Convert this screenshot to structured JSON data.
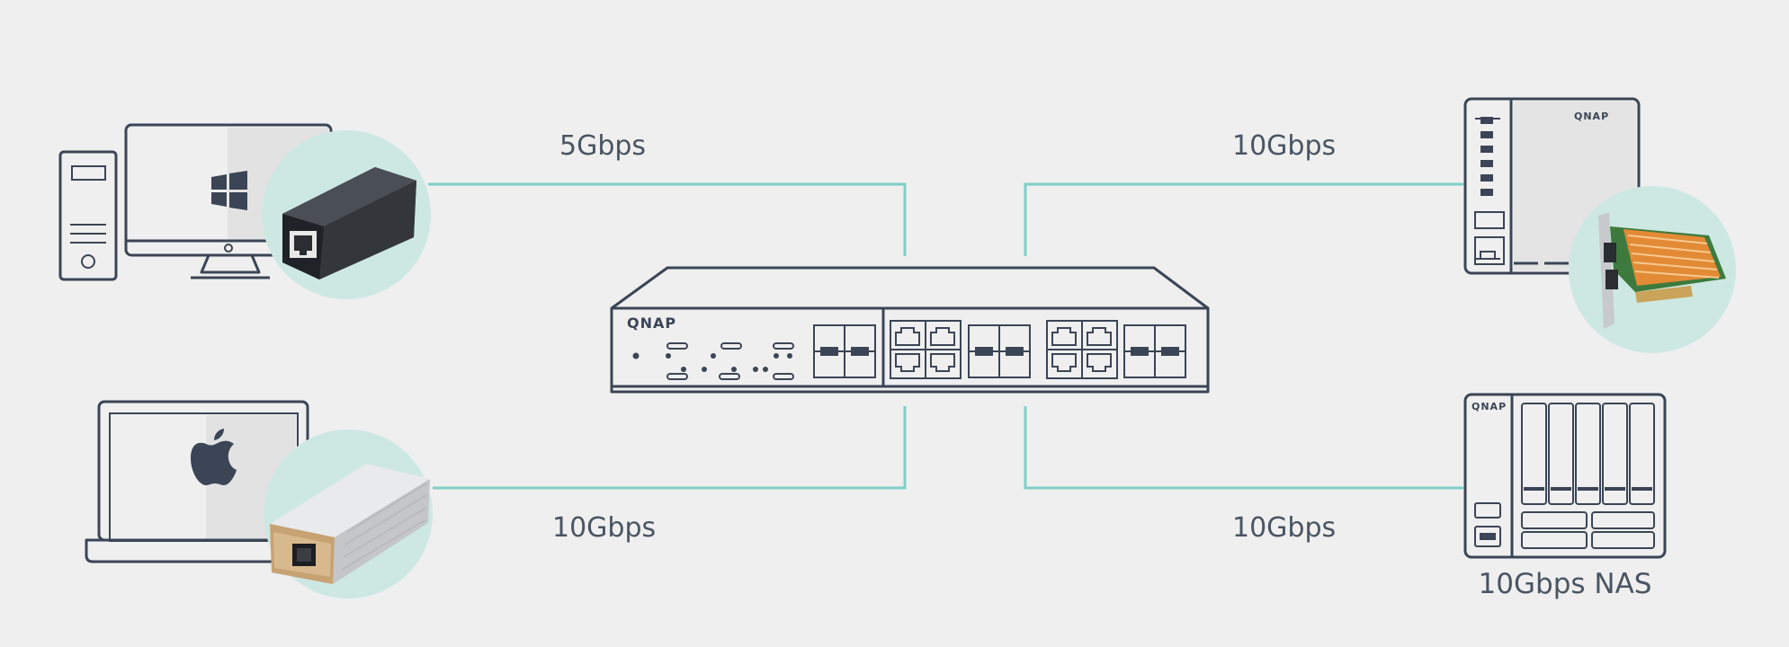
{
  "switch": {
    "brand": "QNAP"
  },
  "devices": {
    "pc": {
      "adapter_icon": "usb-5gbe-adapter-icon"
    },
    "mac": {
      "adapter_icon": "thunderbolt-10gbe-adapter-icon"
    },
    "nas_top": {
      "brand": "QNAP",
      "addon_icon": "pcie-network-card-icon"
    },
    "nas_bottom": {
      "brand": "QNAP",
      "caption": "10Gbps NAS"
    }
  },
  "links": {
    "pc": {
      "speed": "5Gbps"
    },
    "mac": {
      "speed": "10Gbps"
    },
    "nas_top": {
      "speed": "10Gbps"
    },
    "nas_bottom": {
      "speed": "10Gbps"
    }
  },
  "colors": {
    "background": "#efefef",
    "outline": "#3b4556",
    "link_line": "#7fcfc9",
    "badge_circle": "#cde8e2",
    "label_text": "#4a5563",
    "copper_card": "#e38a35",
    "gold_band": "#c7a273"
  }
}
